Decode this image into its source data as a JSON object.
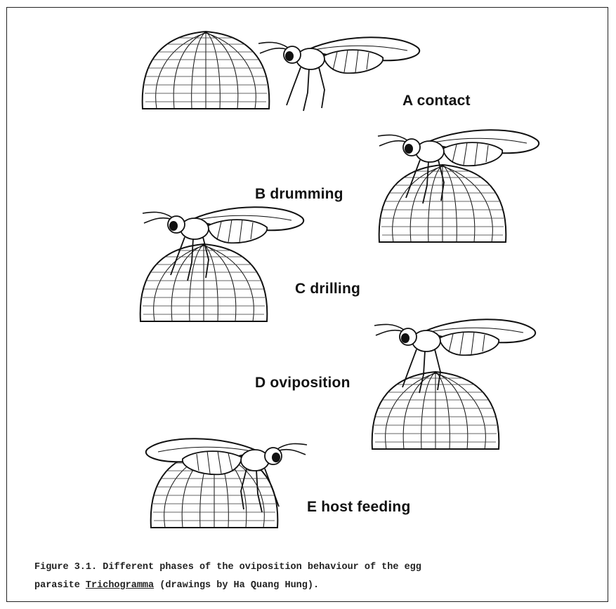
{
  "stages": [
    {
      "letter": "A",
      "label": "A contact"
    },
    {
      "letter": "B",
      "label": "B drumming"
    },
    {
      "letter": "C",
      "label": "C drilling"
    },
    {
      "letter": "D",
      "label": "D oviposition"
    },
    {
      "letter": "E",
      "label": "E host feeding"
    }
  ],
  "caption": {
    "line1": "Figure 3.1. Different phases of the oviposition behaviour of the egg",
    "line2_prefix": "parasite ",
    "species": "Trichogramma",
    "line2_suffix": " (drawings by Ha Quang Hung)."
  }
}
